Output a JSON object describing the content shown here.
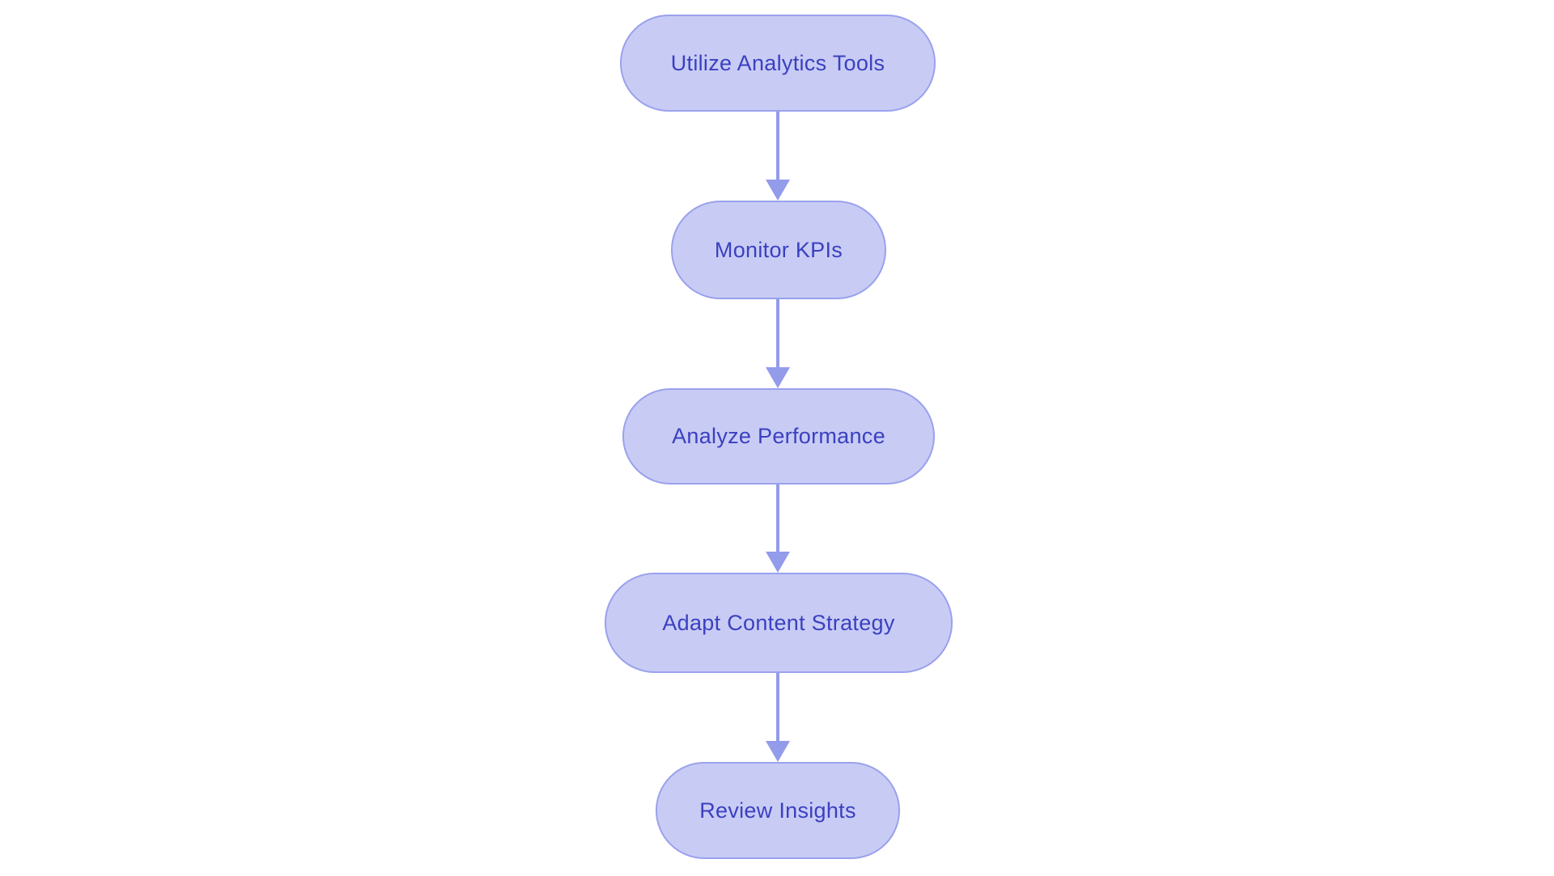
{
  "diagram": {
    "type": "flowchart",
    "direction": "top-down",
    "nodes": [
      {
        "id": "n1",
        "label": "Utilize Analytics Tools"
      },
      {
        "id": "n2",
        "label": "Monitor KPIs"
      },
      {
        "id": "n3",
        "label": "Analyze Performance"
      },
      {
        "id": "n4",
        "label": "Adapt Content Strategy"
      },
      {
        "id": "n5",
        "label": "Review Insights"
      }
    ],
    "edges": [
      {
        "from": "n1",
        "to": "n2"
      },
      {
        "from": "n2",
        "to": "n3"
      },
      {
        "from": "n3",
        "to": "n4"
      },
      {
        "from": "n4",
        "to": "n5"
      }
    ],
    "colors": {
      "background": "#ffffff",
      "node_fill": "#c8ccf5",
      "node_border": "#9aa1ec",
      "node_text": "#3b40bf",
      "arrow": "#939beb"
    }
  }
}
